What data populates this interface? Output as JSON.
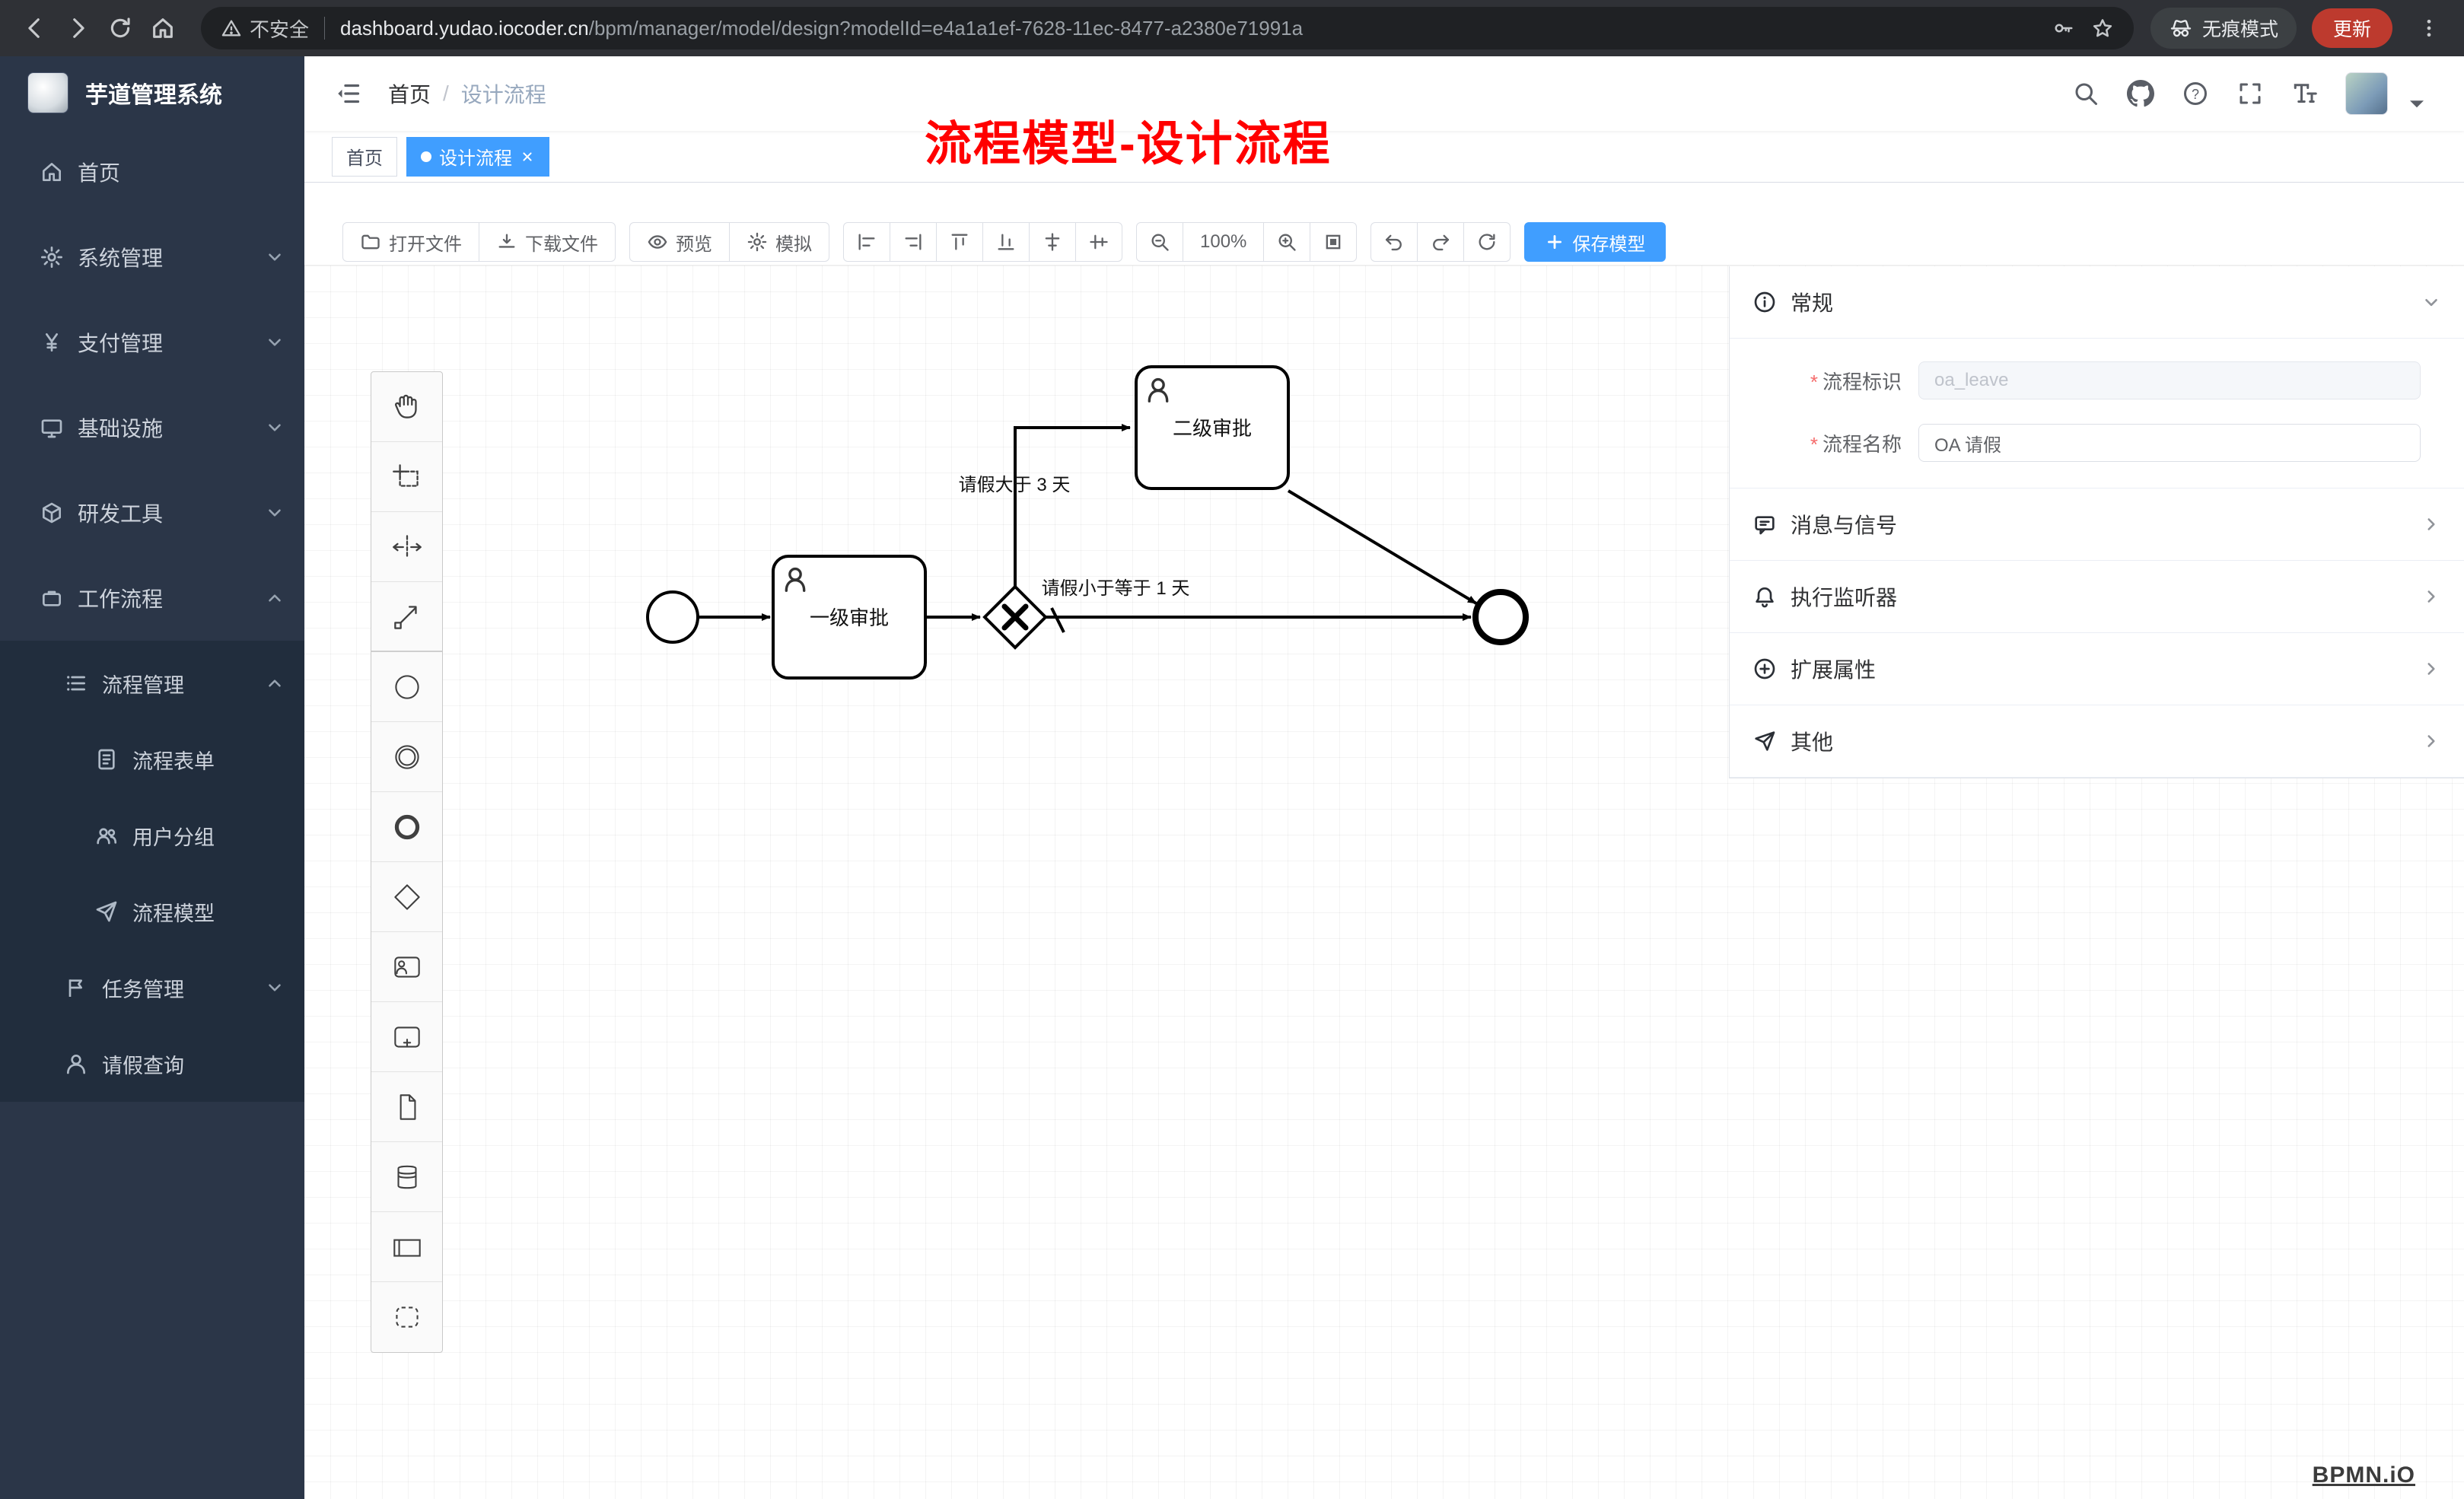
{
  "browser": {
    "security_label": "不安全",
    "url_host": "dashboard.yudao.iocoder.cn",
    "url_path": "/bpm/manager/model/design?modelId=e4a1a1ef-7628-11ec-8477-a2380e71991a",
    "incognito_label": "无痕模式",
    "update_label": "更新"
  },
  "sidebar": {
    "app_title": "芋道管理系统",
    "items": [
      {
        "label": "首页",
        "icon": "home-icon"
      },
      {
        "label": "系统管理",
        "icon": "gear-icon"
      },
      {
        "label": "支付管理",
        "icon": "yen-icon"
      },
      {
        "label": "基础设施",
        "icon": "monitor-icon"
      },
      {
        "label": "研发工具",
        "icon": "cube-icon"
      },
      {
        "label": "工作流程",
        "icon": "briefcase-icon"
      },
      {
        "label": "流程管理",
        "icon": "list-icon"
      },
      {
        "label": "流程表单",
        "icon": "form-icon"
      },
      {
        "label": "用户分组",
        "icon": "users-icon"
      },
      {
        "label": "流程模型",
        "icon": "send-icon"
      },
      {
        "label": "任务管理",
        "icon": "flag-icon"
      },
      {
        "label": "请假查询",
        "icon": "person-icon"
      }
    ]
  },
  "header": {
    "breadcrumb_home": "首页",
    "breadcrumb_sep": "/",
    "breadcrumb_current": "设计流程"
  },
  "annotation": {
    "text": "流程模型-设计流程",
    "color": "#ff0000"
  },
  "tabs": {
    "home": "首页",
    "active": "设计流程"
  },
  "toolbar": {
    "open_file": "打开文件",
    "download_file": "下载文件",
    "preview": "预览",
    "simulate": "模拟",
    "zoom_level": "100%",
    "save_model": "保存模型"
  },
  "panel": {
    "required_mark": "*",
    "general_title": "常规",
    "field_key_label": "流程标识",
    "field_key_value": "oa_leave",
    "field_name_label": "流程名称",
    "field_name_value": "OA 请假",
    "sections": [
      {
        "title": "消息与信号"
      },
      {
        "title": "执行监听器"
      },
      {
        "title": "扩展属性"
      },
      {
        "title": "其他"
      }
    ]
  },
  "diagram": {
    "task1": "一级审批",
    "task2": "二级审批",
    "edge_gt": "请假大于 3 天",
    "edge_le": "请假小于等于 1 天"
  },
  "icons": {
    "help": "?"
  },
  "watermark": "BPMN.iO",
  "colors": {
    "accent": "#409eff",
    "annotation_red": "#ff0000",
    "sidebar_bg": "#2b3648",
    "submenu_bg": "#212d3d",
    "tab_active": "#409eff"
  }
}
